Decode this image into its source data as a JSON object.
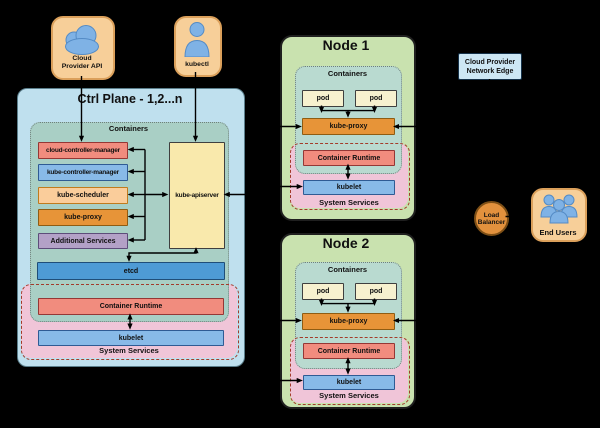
{
  "palette": {
    "background": "#000000",
    "control_plane_fill": "#BFE0EE",
    "node_fill": "#C9E2AF",
    "containers_fill": "#A9CFC5",
    "system_services_fill": "#F0C5D8",
    "system_services_border": "#A33B2A",
    "salmon": "#F18C7E",
    "blue_bar": "#88BAE8",
    "etcd_blue": "#4E9BD5",
    "light_orange": "#FACD9B",
    "orange": "#E79438",
    "purple": "#B3A1C7",
    "yellow": "#F9E9AC",
    "pod_yellow": "#F7F1CF",
    "tan": "#F7CF99",
    "icon_blue": "#7FB2E5",
    "network_edge_fill": "#CDE7F4",
    "load_balancer_orange": "#E2913D",
    "connector": "#000000"
  },
  "top_icons": {
    "cloud_provider_api": {
      "line1": "Cloud",
      "line2": "Provider API"
    },
    "kubectl": {
      "label": "kubectl"
    }
  },
  "control_plane": {
    "title": "Ctrl Plane - 1,2...n",
    "containers_label": "Containers",
    "components": [
      {
        "label": "cloud-controller-manager"
      },
      {
        "label": "kube-controller-manager"
      },
      {
        "label": "kube-scheduler"
      },
      {
        "label": "kube-proxy"
      },
      {
        "label": "Additional Services"
      }
    ],
    "apiserver_label": "kube-apiserver",
    "etcd_label": "etcd",
    "system_services": {
      "label": "System Services",
      "container_runtime": "Container Runtime",
      "kubelet": "kubelet"
    }
  },
  "nodes": [
    {
      "title": "Node 1",
      "containers_label": "Containers",
      "pods": [
        "pod",
        "pod"
      ],
      "kube_proxy": "kube-proxy",
      "container_runtime": "Container Runtime",
      "kubelet": "kubelet",
      "system_services_label": "System Services"
    },
    {
      "title": "Node 2",
      "containers_label": "Containers",
      "pods": [
        "pod",
        "pod"
      ],
      "kube_proxy": "kube-proxy",
      "container_runtime": "Container Runtime",
      "kubelet": "kubelet",
      "system_services_label": "System Services"
    }
  ],
  "network": {
    "cloud_provider_network_edge": {
      "line1": "Cloud Provider",
      "line2": "Network Edge"
    },
    "load_balancer": {
      "line1": "Load",
      "line2": "Balancer"
    },
    "end_users": {
      "label": "End Users"
    }
  }
}
